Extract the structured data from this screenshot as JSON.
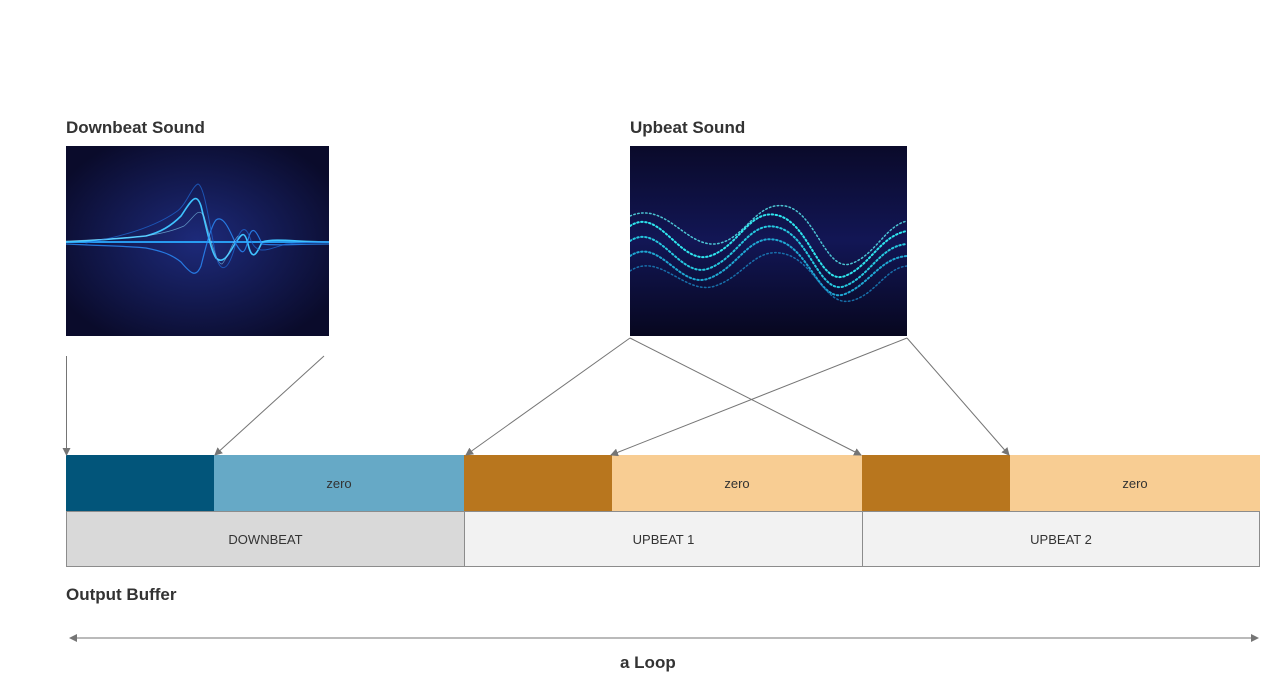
{
  "sources": {
    "downbeat": {
      "title": "Downbeat Sound",
      "image": "blue-soundwave-image"
    },
    "upbeat": {
      "title": "Upbeat Sound",
      "image": "cyan-particle-wave-image"
    }
  },
  "segments": [
    {
      "label": "",
      "color": "#02557a"
    },
    {
      "label": "zero",
      "color": "#66a9c6"
    },
    {
      "label": "",
      "color": "#b8761e"
    },
    {
      "label": "zero",
      "color": "#f8cd93"
    },
    {
      "label": "",
      "color": "#b8761e"
    },
    {
      "label": "zero",
      "color": "#f8cd93"
    }
  ],
  "buffer_cells": [
    {
      "label": "DOWNBEAT",
      "color": "#d9d9d9"
    },
    {
      "label": "UPBEAT 1",
      "color": "#f2f2f2"
    },
    {
      "label": "UPBEAT 2",
      "color": "#f2f2f2"
    }
  ],
  "buffer_title": "Output Buffer",
  "loop_label": "a Loop",
  "colors": {
    "arrow": "#757575",
    "image_bg": "#0b0b2e"
  }
}
